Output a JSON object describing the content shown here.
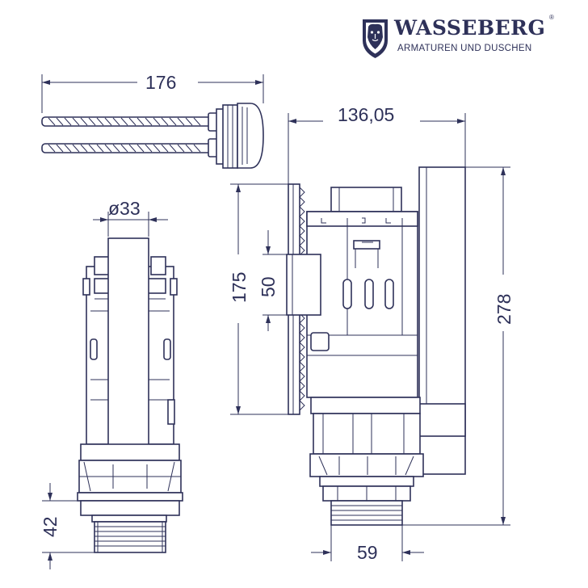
{
  "brand": {
    "name": "WASSEBERG",
    "registered": "®",
    "tagline": "ARMATUREN UND DUSCHEN"
  },
  "dimensions": {
    "button_rod_length": "176",
    "valve_width": "136,05",
    "diameter": "ø33",
    "height_175": "175",
    "height_50": "50",
    "total_height": "278",
    "thread_height": "42",
    "base_width": "59"
  },
  "colors": {
    "ink": "#2e3159",
    "background": "#ffffff"
  },
  "icons": {
    "logo": "lion-head-crest-icon"
  }
}
